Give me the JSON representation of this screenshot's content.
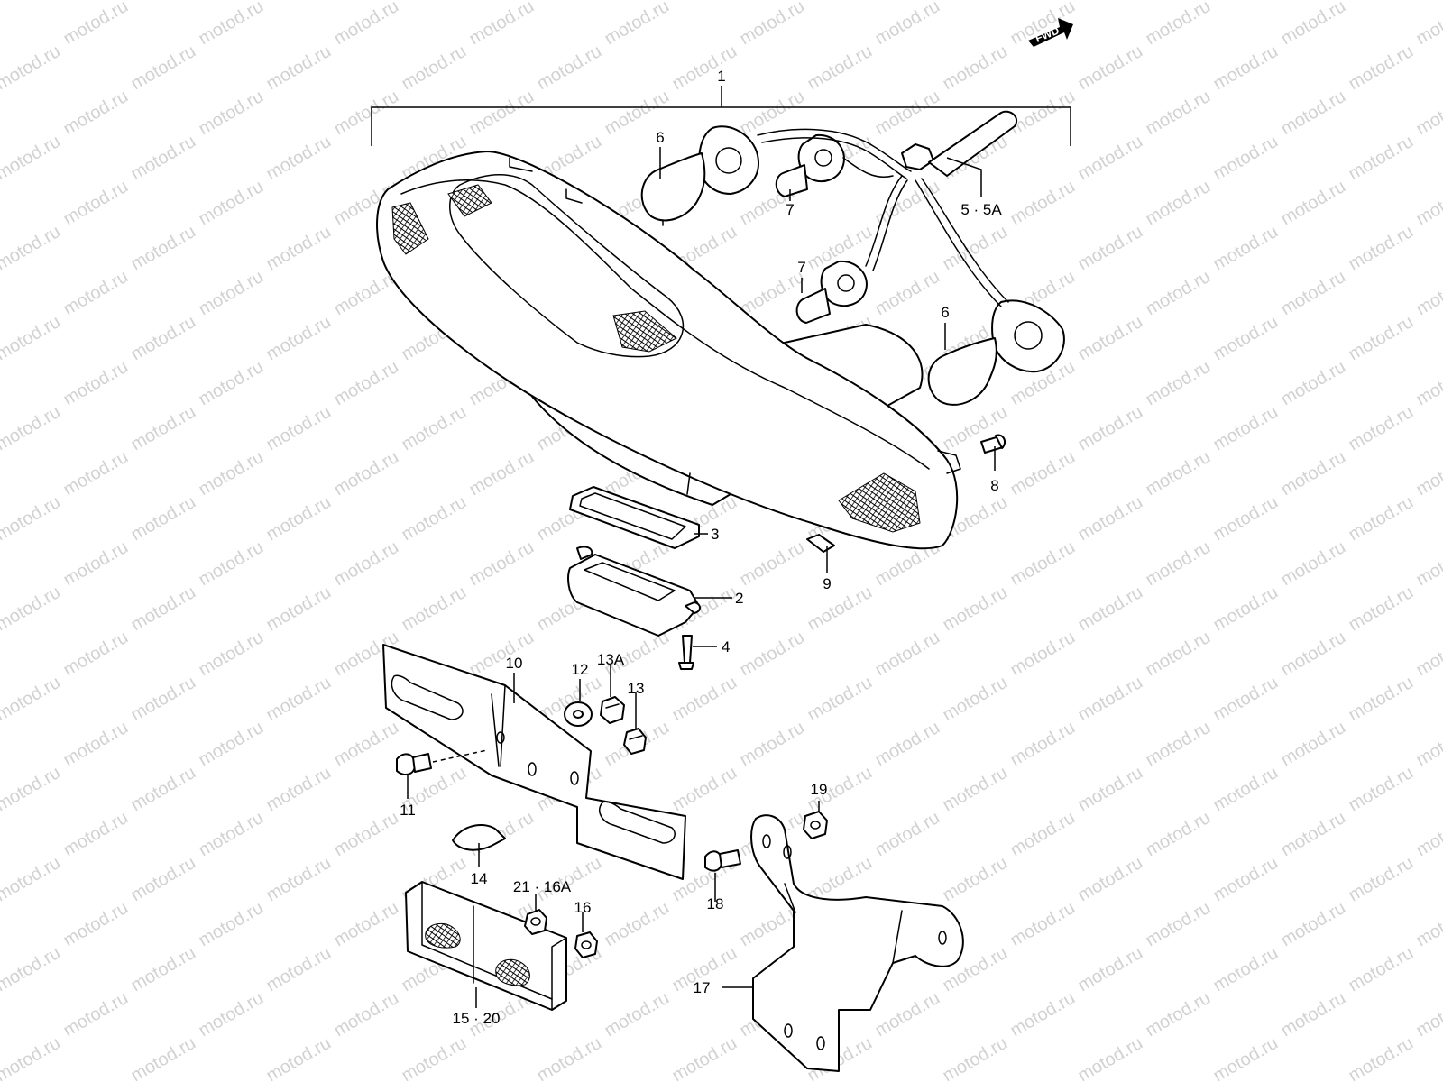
{
  "watermark_text": "motod.ru",
  "fwd_label": "FWD",
  "callouts": {
    "c1": "1",
    "c2": "2",
    "c3": "3",
    "c4": "4",
    "c5": "5 · 5A",
    "c6a": "6",
    "c6b": "6",
    "c7a": "7",
    "c7b": "7",
    "c8": "8",
    "c9": "9",
    "c10": "10",
    "c11": "11",
    "c12": "12",
    "c13": "13",
    "c13a": "13A",
    "c14": "14",
    "c15": "15 · 20",
    "c16": "16",
    "c17": "17",
    "c18": "18",
    "c19": "19",
    "c21": "21 · 16A"
  },
  "colors": {
    "line": "#000000",
    "watermark": "#d2d2d2",
    "background": "#ffffff"
  }
}
